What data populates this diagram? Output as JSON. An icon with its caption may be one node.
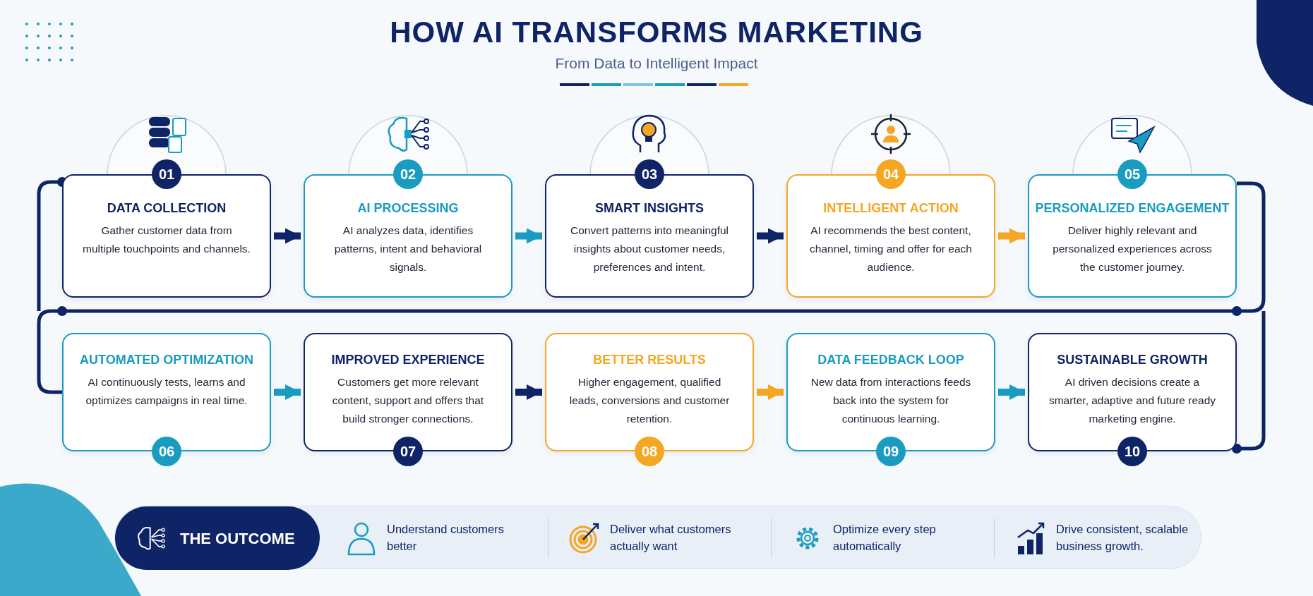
{
  "diagram": {
    "title": "HOW AI TRANSFORMS MARKETING",
    "nodes": [
      {
        "text": [
          "01",
          "DATA COLLECTION",
          "Gather customer data from multiple touchpoints and channels."
        ]
      },
      {
        "text": [
          "02",
          "AI PROCESSING",
          "AI analyzes data, identifies patterns, intent and behavioral signals."
        ]
      },
      {
        "text": [
          "03",
          "SMART INSIGHTS",
          "Convert patterns into meaningful insights about customer needs, preferences and intent."
        ]
      },
      {
        "text": [
          "04",
          "INTELLIGENT ACTION",
          "AI recommends the best content, channel, timing and offer for each audience."
        ]
      },
      {
        "text": [
          "05",
          "PERSONALIZED ENGAGEMENT",
          "Deliver highly relevant and personalized experiences across the customer journey."
        ]
      },
      {
        "text": [
          "AUTOMATED OPTIMIZATION",
          "AI continuously tests, learns and optimizes campaigns in real time.",
          "06"
        ]
      },
      {
        "text": [
          "IMPROVED EXPERIENCE",
          "Customers get more relevant content, support and offers that build stronger connections.",
          "07"
        ]
      },
      {
        "text": [
          "BETTER RESULTS",
          "Higher engagement, qualified leads, conversions and customer retention.",
          "08"
        ]
      },
      {
        "text": [
          "DATA FEEDBACK LOOP",
          "New data from interactions feeds back into the system for continuous learning.",
          "09"
        ]
      },
      {
        "text": [
          "SUSTAINABLE GROWTH",
          "AI driven decisions create a smarter, adaptive and future ready marketing engine.",
          "10"
        ]
      },
      {
        "text": [
          "Understand customers better",
          "Deliver what customers actually want",
          "Optimize every step automatically",
          "Drive consistent, scalable business growth."
        ]
      },
      {
        "text": [
          "THE OUTCOME"
        ],
        "in": 10
      }
    ],
    "edges": [
      {
        "from": 0,
        "to": 1,
        "arrow": "to"
      },
      {
        "from": 1,
        "to": 2,
        "arrow": "to",
        "color": "#1a9bc0"
      },
      {
        "from": 2,
        "to": 3,
        "arrow": "to"
      },
      {
        "from": 3,
        "to": 4,
        "arrow": "to",
        "color": "#f5a623"
      },
      {
        "from": 4,
        "to": 5,
        "arrow": "none"
      },
      {
        "from": 5,
        "to": 6,
        "arrow": "to",
        "color": "#1a9bc0"
      },
      {
        "from": 6,
        "to": 7,
        "arrow": "to"
      },
      {
        "from": 7,
        "to": 8,
        "arrow": "to",
        "color": "#f5a623"
      },
      {
        "from": 8,
        "to": 9,
        "arrow": "to",
        "color": "#1a9bc0"
      }
    ],
    "labels": [
      "From Data to Intelligent Impact"
    ]
  }
}
